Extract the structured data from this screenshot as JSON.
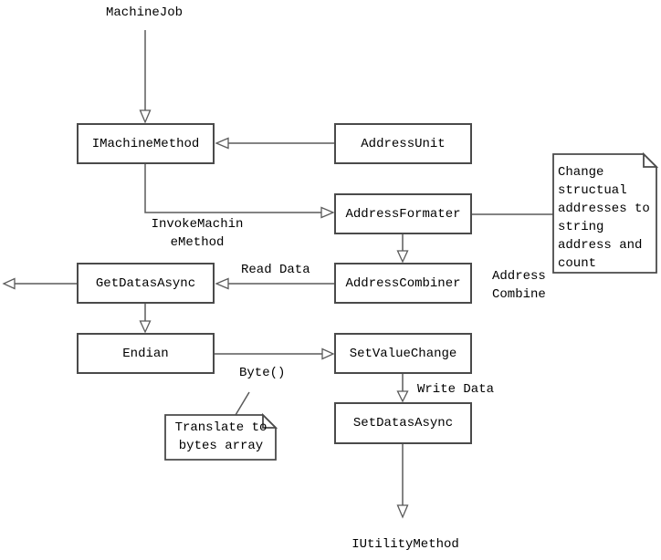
{
  "nodes": {
    "imachinemethod": {
      "label": "IMachineMethod"
    },
    "addressunit": {
      "label": "AddressUnit"
    },
    "addressformater": {
      "label": "AddressFormater"
    },
    "addresscombiner": {
      "label": "AddressCombiner"
    },
    "getdatasasync": {
      "label": "GetDatasAsync"
    },
    "endian": {
      "label": "Endian"
    },
    "setvaluechange": {
      "label": "SetValueChange"
    },
    "setdatasasync": {
      "label": "SetDatasAsync"
    }
  },
  "notes": {
    "change_structural": {
      "text": "Change\nstructual\naddresses to\nstring\naddress and\ncount"
    },
    "translate_bytes": {
      "text": "Translate to\nbytes array"
    }
  },
  "labels": {
    "machinejob": "MachineJob",
    "invoke_machine_method": "InvokeMachin\neMethod",
    "read_data": "Read Data",
    "address_combine": "Address\nCombine",
    "byte_call": "Byte()",
    "write_data": "Write Data",
    "iutilitymethod": "IUtilityMethod"
  },
  "colors": {
    "background": "#ffffff",
    "line": "#5a5a5a",
    "node_border": "#4a4a4a",
    "text": "#000000"
  }
}
